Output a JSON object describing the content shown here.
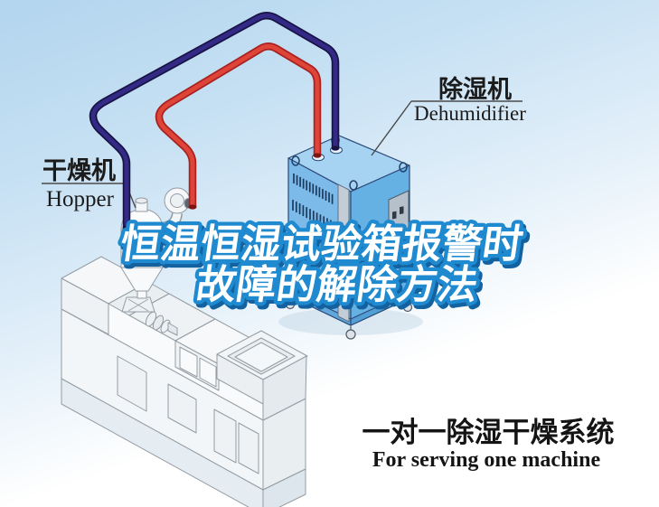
{
  "title": {
    "line1": "恒温恒湿试验箱报警时",
    "line2": "故障的解除方法"
  },
  "equipment_labels": {
    "dryer": {
      "zh": "干燥机",
      "en": "Hopper"
    },
    "dehumidifier": {
      "zh": "除湿机",
      "en": "Dehumidifier"
    }
  },
  "caption": {
    "zh": "一对一除湿干燥系统",
    "en": "For serving one machine"
  },
  "colors": {
    "title_outline": "#1f8ad0",
    "title_shadow": "#13629f",
    "pipe_red": "#df4439",
    "pipe_red_dark": "#a82220",
    "pipe_navy": "#332a85",
    "pipe_navy_dark": "#181245",
    "unit_top": "#a7d3f2",
    "unit_left": "#7cbbe9",
    "unit_right": "#66b1e4",
    "sky": "#b4d6ee"
  }
}
